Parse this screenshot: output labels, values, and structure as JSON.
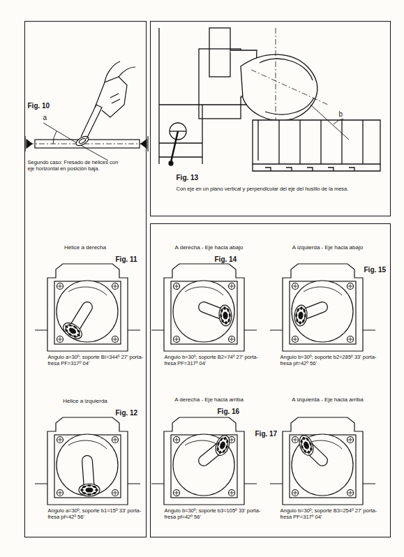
{
  "diagram": {
    "nodes": [
      {
        "text": [
          "Fig. 10",
          "a",
          "Segundo caso: Fresado de hélices con eje horizontal en posición baja.",
          "Hélice a derecha",
          "Fig. 11",
          "Angulo a=30º; soporte BI=344º 27' porta-fresa PF=317º 04'",
          "Helice a izquierda",
          "Fig. 12",
          "Angulo a=30º; soporte b1=15º 33' porta-fresa pf=42º 56'"
        ]
      },
      {
        "text": [
          "b",
          "Fig. 13",
          "Con eje en un plano vertical y perpendicular del eje del husillo de la mesa."
        ]
      },
      {
        "text": [
          "A derecha - Eje hacia abajo",
          "Fig. 14",
          "Angulo b=30º; soporte B2=74º 27' porta-fresa PF=317º 04'",
          "A izquierda - Eje hacia abajo",
          "Fig. 15",
          "Angulo b=30º; soporte b2=285º 33' porta-fresa pf=42º 56'",
          "A derecha - Eje hacia arriba",
          "Fig. 16",
          "Angulo b=30º; soporte b3=105º 33' porta-fresa pf=42º 56'",
          "A izquierda - Eje hacia arriba",
          "Fig. 17",
          "Angulo b=30º; soporte B3=254º 27' porta-fresa PF=317º 04'"
        ]
      }
    ]
  }
}
